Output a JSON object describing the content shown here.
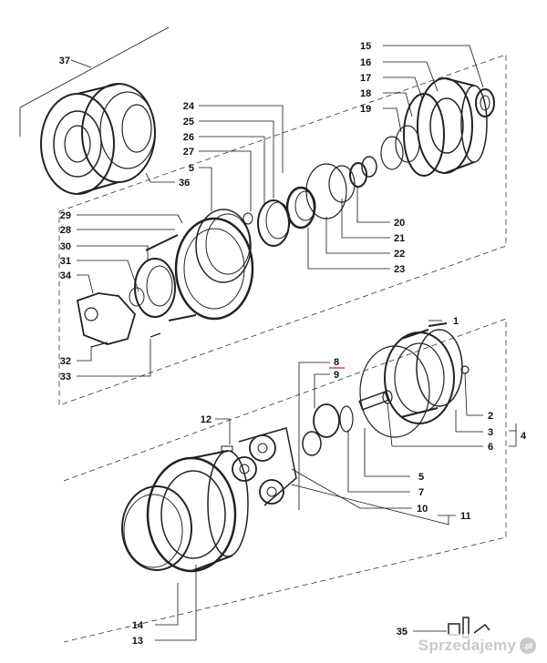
{
  "labels": {
    "l37": "37",
    "l36": "36",
    "l24": "24",
    "l25": "25",
    "l26": "26",
    "l27": "27",
    "l5a": "5",
    "l15": "15",
    "l16": "16",
    "l17": "17",
    "l18": "18",
    "l19": "19",
    "l20": "20",
    "l21": "21",
    "l22": "22",
    "l23": "23",
    "l29": "29",
    "l28": "28",
    "l30": "30",
    "l31": "31",
    "l34": "34",
    "l32": "32",
    "l33": "33",
    "l1": "1",
    "l8": "8",
    "l9": "9",
    "l2": "2",
    "l3": "3",
    "l4": "4",
    "l6": "6",
    "l5b": "5",
    "l7": "7",
    "l12": "12",
    "l10": "10",
    "l11": "11",
    "l14": "14",
    "l13": "13",
    "l35": "35"
  },
  "watermark": {
    "text": "Sprzedajemy",
    "suffix": ".pl"
  }
}
